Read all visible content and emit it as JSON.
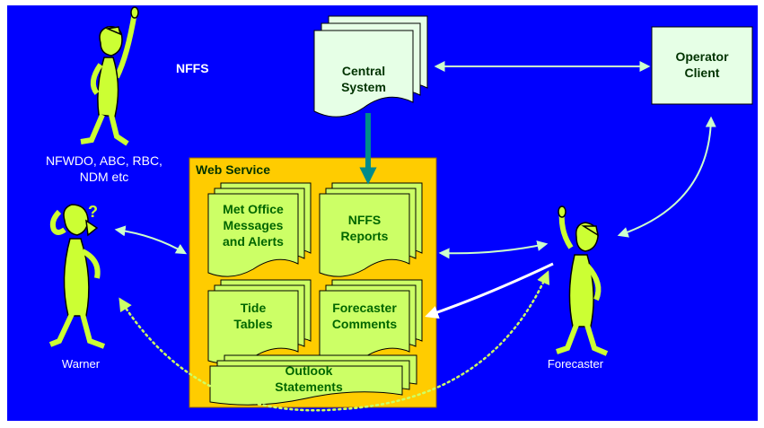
{
  "title": "NFFS",
  "colors": {
    "background": "#0000ff",
    "web_service_fill": "#ffcc00",
    "document_fill": "#ccff66",
    "document_text": "#006600",
    "central_fill": "#e6ffe6",
    "central_text": "#003300",
    "figure_fill": "#ccff33",
    "arrow_teal": "#008b8b",
    "connector": "#ccffcc"
  },
  "central_system": {
    "line1": "Central",
    "line2": "System"
  },
  "operator_client": {
    "line1": "Operator",
    "line2": "Client"
  },
  "web_service": {
    "title": "Web Service",
    "documents": [
      {
        "lines": [
          "Met Office",
          "Messages",
          "and Alerts"
        ]
      },
      {
        "lines": [
          "NFFS",
          "Reports"
        ]
      },
      {
        "lines": [
          "Tide",
          "Tables"
        ]
      },
      {
        "lines": [
          "Forecaster",
          "Comments"
        ]
      },
      {
        "lines": [
          "Outlook",
          "Statements"
        ]
      }
    ]
  },
  "actors": {
    "external": "NFWDO, ABC, RBC,\nNDM etc",
    "warner": "Warner",
    "forecaster": "Forecaster"
  },
  "warner_question": "?"
}
